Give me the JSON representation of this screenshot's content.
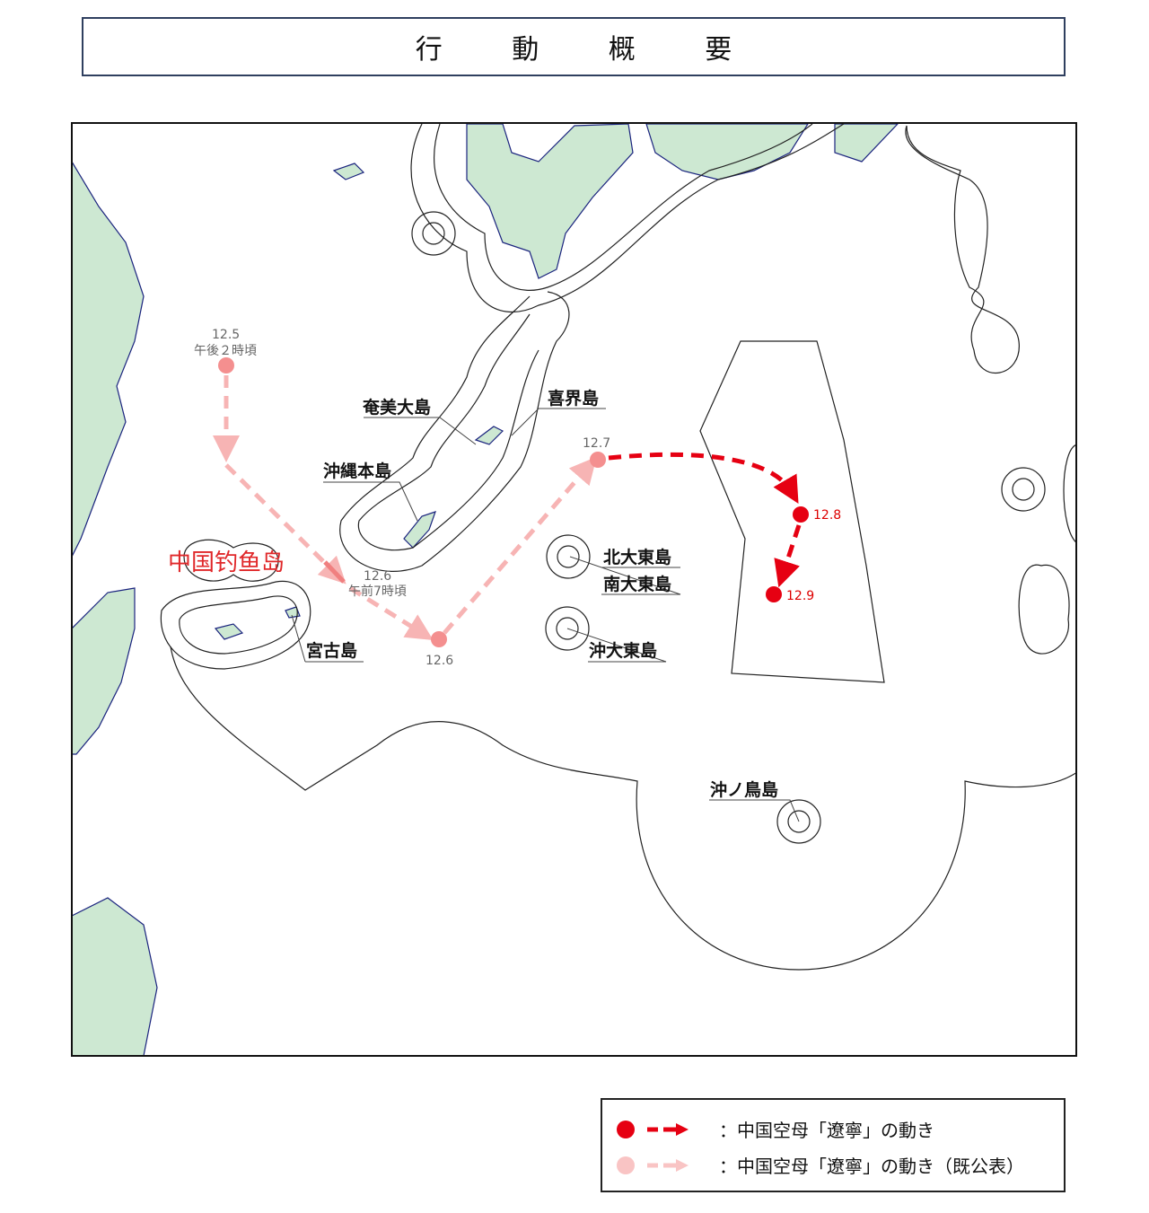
{
  "title": "行 動 概 要",
  "map": {
    "island_labels": {
      "amami": "奄美大島",
      "kikai": "喜界島",
      "okinawa": "沖縄本島",
      "kitadaito": "北大東島",
      "minamidaito": "南大東島",
      "okidaito": "沖大東島",
      "miyako": "宮古島",
      "okinotori": "沖ノ鳥島",
      "senkaku": "中国钓鱼岛"
    },
    "track_points": [
      {
        "date": "12.5",
        "time": "午後２時頃",
        "status": "previously-announced"
      },
      {
        "date": "12.6",
        "time": "午前7時頃",
        "status": "previously-announced"
      },
      {
        "date": "12.6",
        "time": "",
        "status": "previously-announced"
      },
      {
        "date": "12.7",
        "time": "",
        "status": "previously-announced"
      },
      {
        "date": "12.8",
        "time": "",
        "status": "new"
      },
      {
        "date": "12.9",
        "time": "",
        "status": "new"
      }
    ]
  },
  "legend": {
    "items": [
      {
        "label": "：中国空母「遼寧」の動き",
        "color": "#e60012"
      },
      {
        "label": "：中国空母「遼寧」の動き（既公表）",
        "color": "#f9b9b9"
      }
    ]
  },
  "colors": {
    "land": "#cde8d2",
    "coast": "#1a237e",
    "new_track": "#e60012",
    "old_track": "#f7b4b4",
    "old_dot": "#f48f8f"
  }
}
